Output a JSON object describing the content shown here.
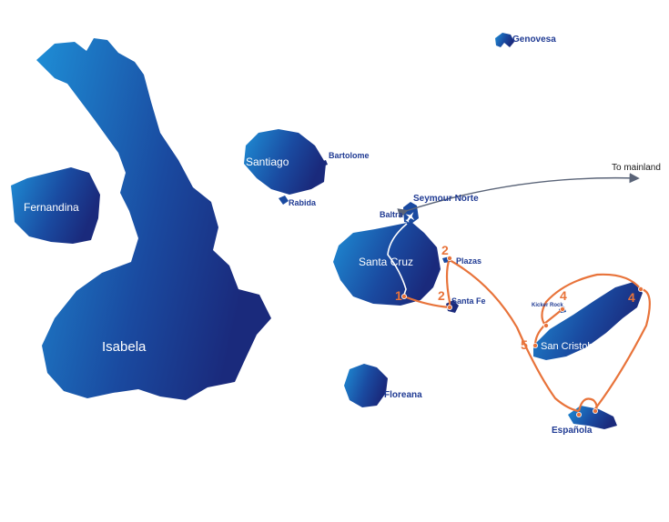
{
  "colors": {
    "island_light": "#1e8ed6",
    "island_dark": "#1a2a7c",
    "route": "#e8733a",
    "flight_line": "#5a6478",
    "label_dark": "#1f3a93",
    "label_light": "#ffffff"
  },
  "islands": {
    "isabela": "Isabela",
    "fernandina": "Fernandina",
    "santiago": "Santiago",
    "santa_cruz": "Santa Cruz",
    "san_cristobal": "San Cristobal",
    "floreana": "Floreana",
    "espanola": "Española",
    "genovesa": "Genovesa"
  },
  "islets": {
    "bartolome": "Bartolome",
    "rabida": "Rabida",
    "seymour_norte": "Seymour Norte",
    "baltra": "Baltra",
    "plazas": "Plazas",
    "santa_fe": "Santa Fe",
    "kicker_rock": "Kicker Rock"
  },
  "flight": {
    "label": "To mainland",
    "icon": "airplane-icon"
  },
  "stops": [
    "1",
    "2",
    "2",
    "4",
    "4",
    "5"
  ]
}
